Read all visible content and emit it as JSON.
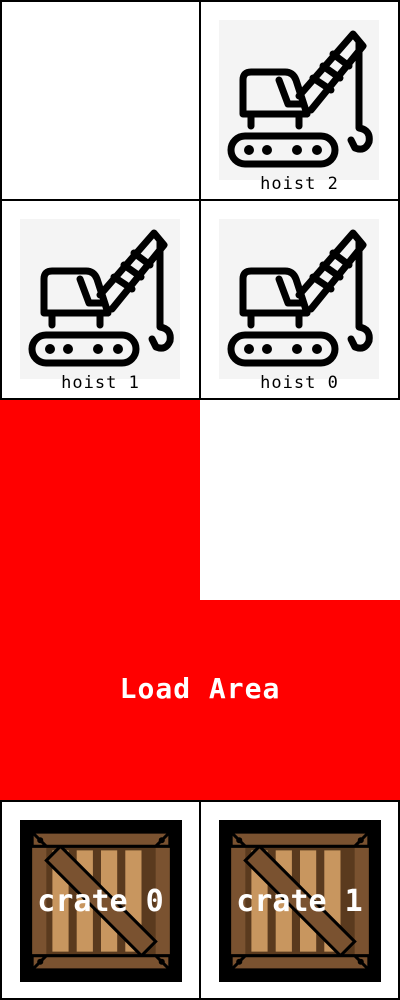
{
  "colors": {
    "load_area": "#ff0000",
    "grid_line": "#000000",
    "crate_dark": "#7a5230",
    "crate_light": "#c8965f",
    "crate_frame": "#000000"
  },
  "hoists": [
    {
      "label": "hoist 2",
      "icon": "crane-icon"
    },
    {
      "label": "hoist 1",
      "icon": "crane-icon"
    },
    {
      "label": "hoist 0",
      "icon": "crane-icon"
    }
  ],
  "load_area": {
    "label": "Load Area"
  },
  "crates": [
    {
      "label": "crate 0",
      "icon": "crate-icon"
    },
    {
      "label": "crate 1",
      "icon": "crate-icon"
    }
  ]
}
